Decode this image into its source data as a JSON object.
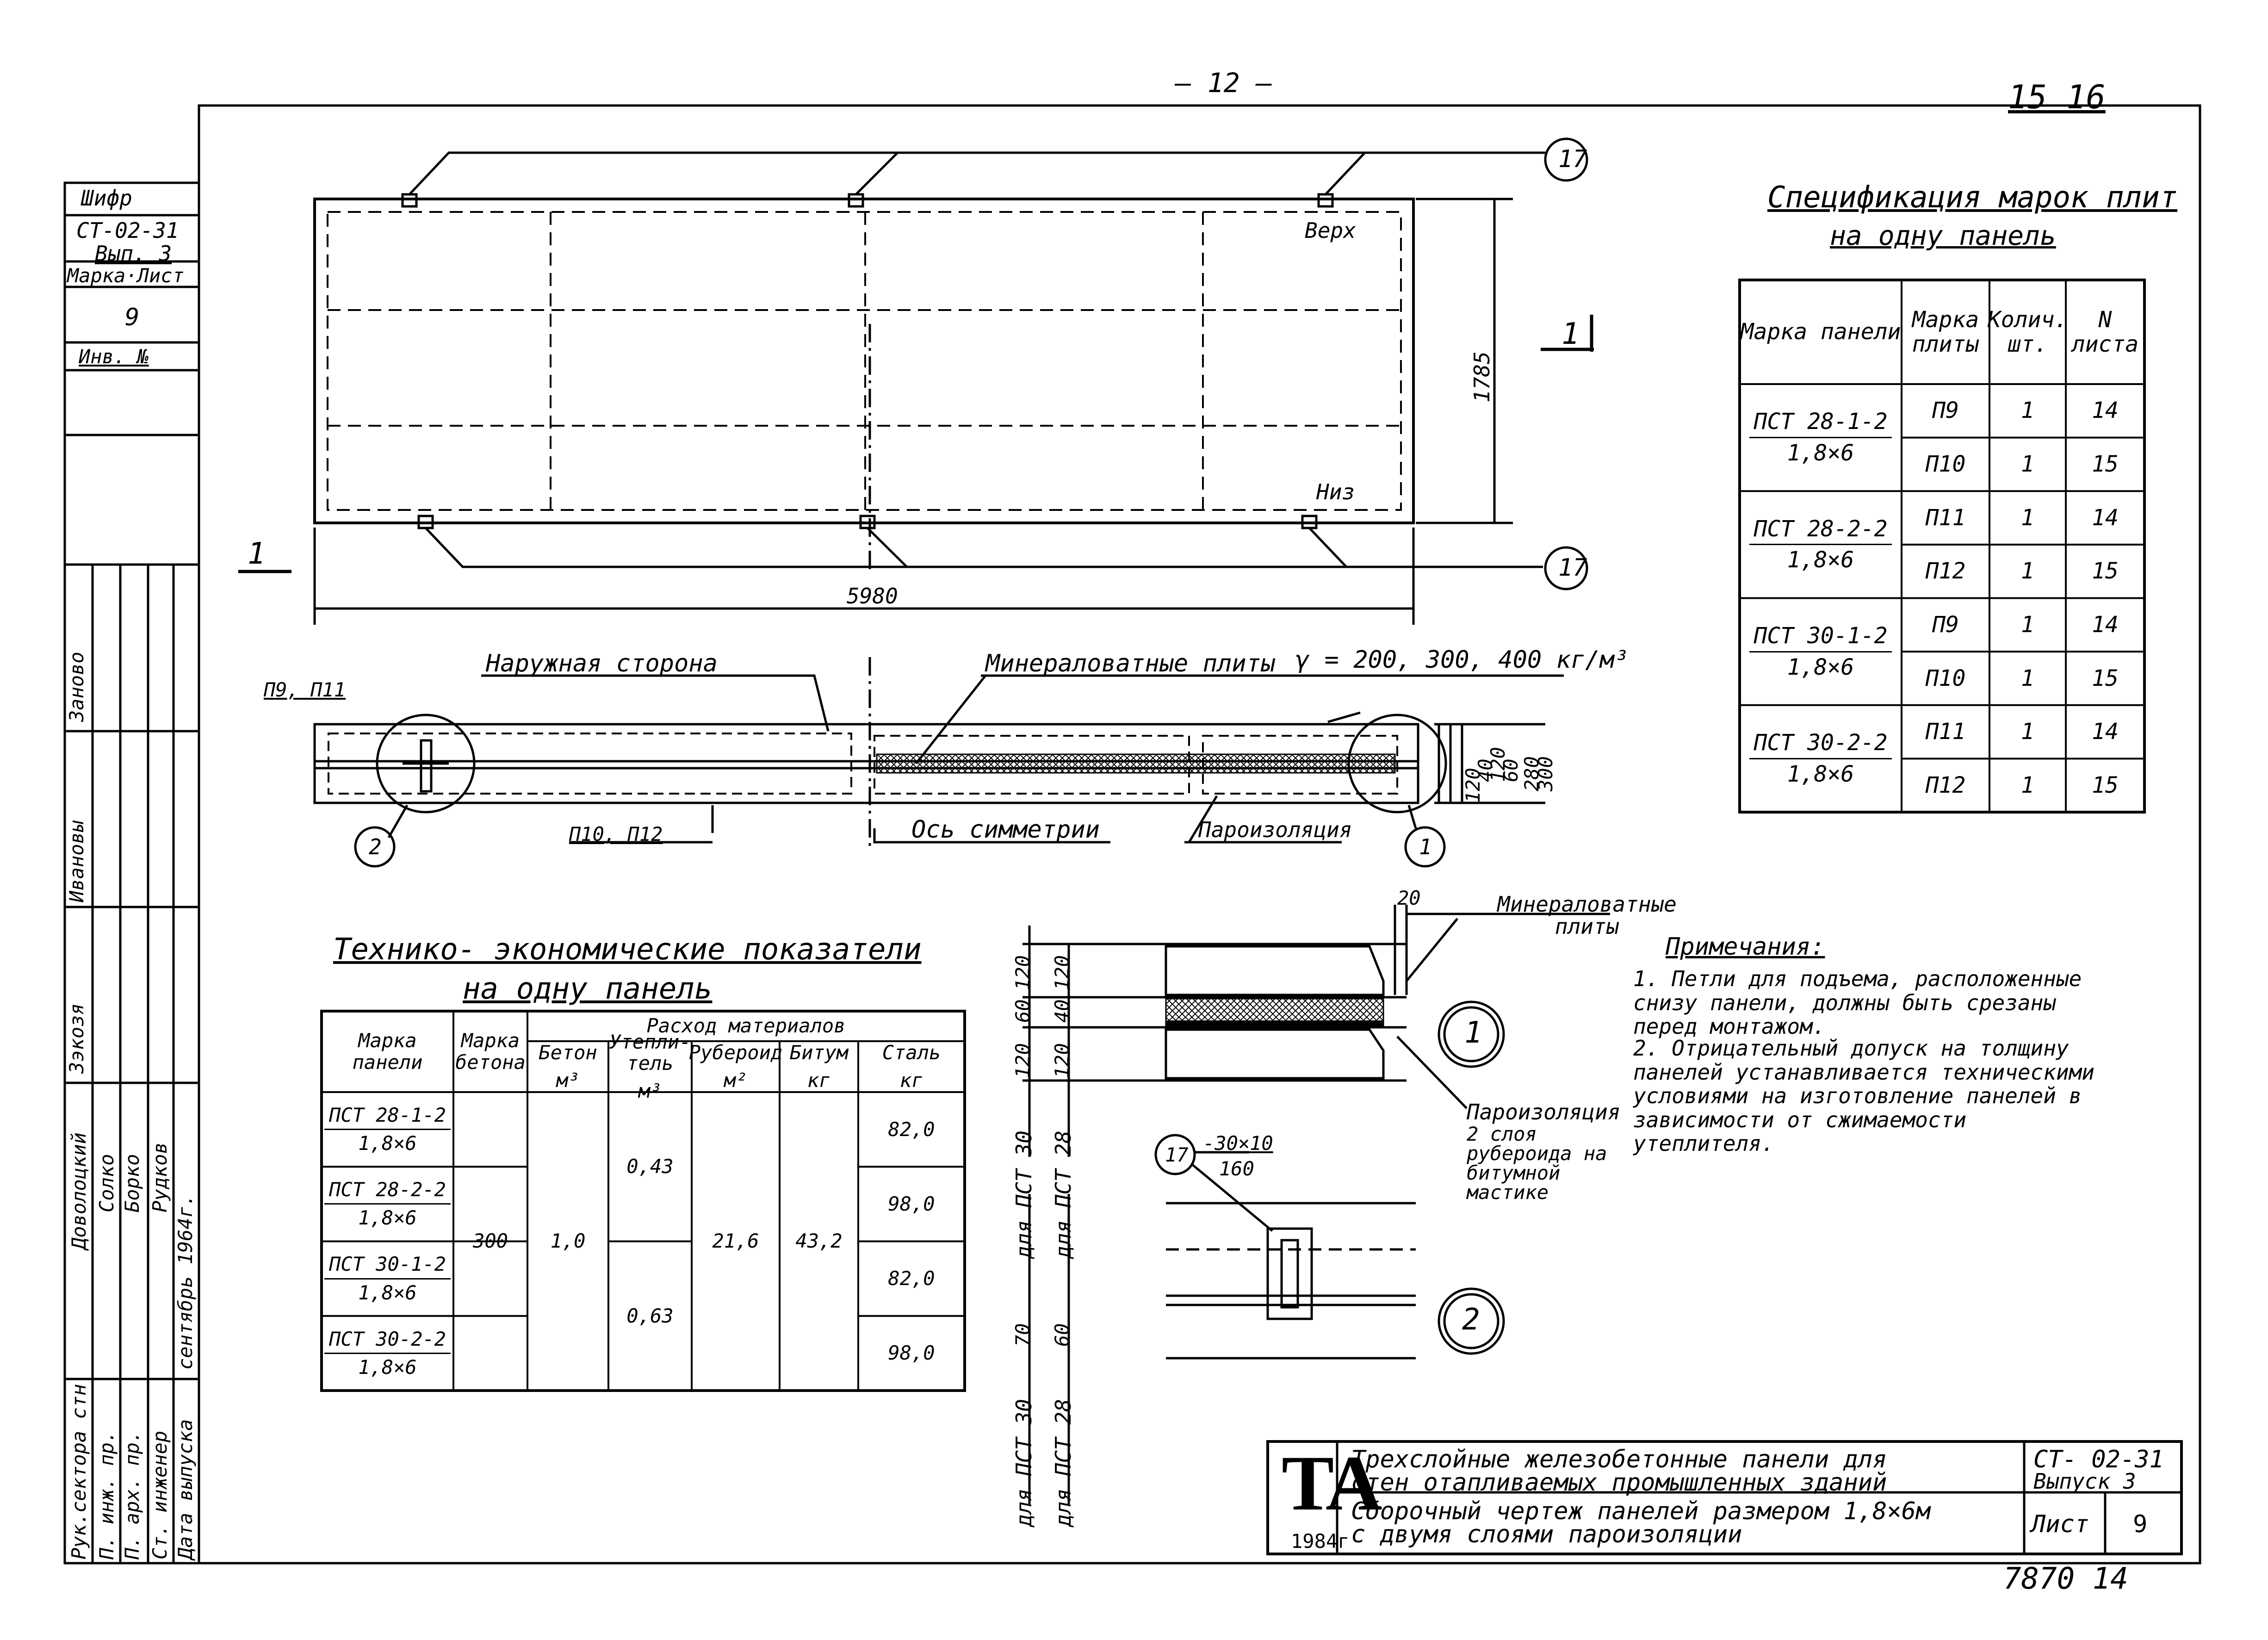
{
  "page": {
    "page_number_top": "— 12 —",
    "sheet_corner": "15 16",
    "archive_number": "7870 14"
  },
  "side_stamp": {
    "cipher_label": "Шифр",
    "cipher_value": "СТ-02-31",
    "issue": "Вып. 3",
    "mark_sheet_label": "Марка·Лист",
    "sheet_no": "9",
    "inv_label": "Инв. №",
    "anew": "Заново",
    "roles": [
      "Рук.сектора стн",
      "П. инж. пр.",
      "П. арх. пр.",
      "Ст. инженер",
      "Дата выпуска"
    ],
    "names": [
      "Доволоцкий",
      "Солко",
      "Борко",
      "Рудков"
    ],
    "dates": "сентябрь 1964г.",
    "notes": [
      "Ивановы",
      "Зэкозя"
    ]
  },
  "plan": {
    "label_top": "Верх",
    "label_bottom": "Низ",
    "dim_length": "5980",
    "dim_height": "1785",
    "callout": "17",
    "section_mark": "1"
  },
  "section": {
    "outer_side": "Наружная сторона",
    "mineral_plates": "Минераловатные плиты",
    "density": "γ = 200, 300, 400 кг/м³",
    "plates_top": "П9, П11",
    "plates_bottom": "П10, П12",
    "symmetry_axis": "Ось симметрии",
    "vapor_barrier": "Пароизоляция",
    "callout_left": "2",
    "callout_right": "1",
    "dims_right": [
      "120",
      "40",
      "120",
      "60",
      "280",
      "300"
    ]
  },
  "spec": {
    "title_line1": "Спецификация марок плит",
    "title_line2": "на одну панель",
    "headers": [
      "Марка панели",
      "Марка плиты",
      "Колич. шт.",
      "N листа"
    ],
    "rows": [
      {
        "panel": "ПСТ 28-1-2",
        "size": "1,8×6",
        "items": [
          [
            "П9",
            "1",
            "14"
          ],
          [
            "П10",
            "1",
            "15"
          ]
        ]
      },
      {
        "panel": "ПСТ 28-2-2",
        "size": "1,8×6",
        "items": [
          [
            "П11",
            "1",
            "14"
          ],
          [
            "П12",
            "1",
            "15"
          ]
        ]
      },
      {
        "panel": "ПСТ 30-1-2",
        "size": "1,8×6",
        "items": [
          [
            "П9",
            "1",
            "14"
          ],
          [
            "П10",
            "1",
            "15"
          ]
        ]
      },
      {
        "panel": "ПСТ 30-2-2",
        "size": "1,8×6",
        "items": [
          [
            "П11",
            "1",
            "14"
          ],
          [
            "П12",
            "1",
            "15"
          ]
        ]
      }
    ]
  },
  "tech": {
    "title_line1": "Технико- экономические показатели",
    "title_line2": "на одну панель",
    "header_materials": "Расход материалов",
    "headers": {
      "panel": "Марка панели",
      "concrete_mark": "Марка бетона",
      "concrete": "Бетон",
      "concrete_unit": "м³",
      "insulation": "Утепли- тель",
      "insulation_unit": "м³",
      "ruberoid": "Рубероид",
      "ruberoid_unit": "м²",
      "bitumen": "Битум",
      "bitumen_unit": "кг",
      "steel": "Сталь",
      "steel_unit": "кг"
    },
    "rows": [
      {
        "panel": "ПСТ 28-1-2",
        "size": "1,8×6",
        "steel": "82,0"
      },
      {
        "panel": "ПСТ 28-2-2",
        "size": "1,8×6",
        "steel": "98,0"
      },
      {
        "panel": "ПСТ 30-1-2",
        "size": "1,8×6",
        "steel": "82,0"
      },
      {
        "panel": "ПСТ 30-2-2",
        "size": "1,8×6",
        "steel": "98,0"
      }
    ],
    "concrete_mark": "300",
    "concrete": "1,0",
    "insulation_a": "0,43",
    "insulation_b": "0,63",
    "ruberoid": "21,6",
    "bitumen": "43,2"
  },
  "detail": {
    "mineral_plates": "Минераловатные плиты",
    "vapor_barrier": "Пароизоляция",
    "vapor_desc": "2 слоя рубероида на битумной мастике",
    "dim_20": "20",
    "dims_pct30": [
      "120",
      "60",
      "120"
    ],
    "dims_pct28": [
      "120",
      "40",
      "120"
    ],
    "for_pct30": "для ПСТ 30",
    "for_pct28": "для ПСТ 28",
    "callout_1": "1",
    "callout_2": "2",
    "callout_17": "17",
    "plate_dim_top": "-30×10",
    "plate_dim_bot": "160",
    "dims2_pct30": "70",
    "dims2_pct28": "60"
  },
  "notes": {
    "title": "Примечания:",
    "items": [
      "1. Петли для подъема, расположенные снизу панели, должны быть срезаны перед монтажом.",
      "2. Отрицательный допуск на толщину панелей устанавливается техническими условиями на изготовление панелей в зависимости от сжимаемости утеплителя."
    ]
  },
  "title_block": {
    "logo": "ТА",
    "year": "1984г",
    "title_line1": "Трехслойные железобетонные панели для",
    "title_line2": "стен отапливаемых промышленных зданий",
    "subtitle_line1": "Сборочный чертеж панелей размером 1,8×6м",
    "subtitle_line2": "с двумя слоями пароизоляции",
    "code": "СТ- 02-31",
    "issue": "Выпуск 3",
    "sheet_label": "Лист",
    "sheet_no": "9"
  }
}
